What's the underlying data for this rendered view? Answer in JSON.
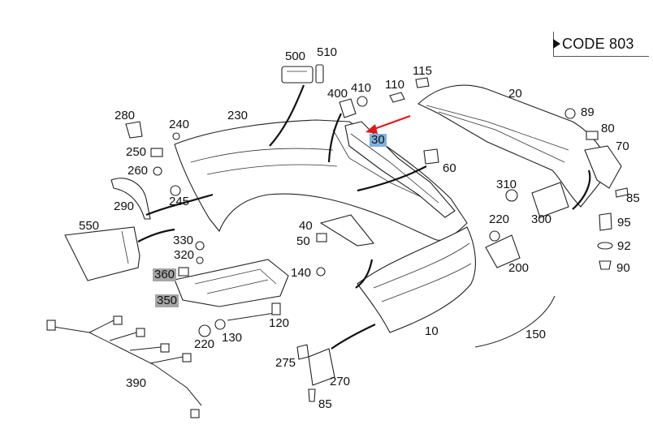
{
  "code": {
    "label": "CODE 803"
  },
  "labels": {
    "l500": "500",
    "l510": "510",
    "l115": "115",
    "l410": "410",
    "l400": "400",
    "l110": "110",
    "l20": "20",
    "l280": "280",
    "l240": "240",
    "l230": "230",
    "l89": "89",
    "l80": "80",
    "l70": "70",
    "l30": "30",
    "l250": "250",
    "l260": "260",
    "l60": "60",
    "l310": "310",
    "l245": "245",
    "l85a": "85",
    "l290": "290",
    "l95": "95",
    "l300": "300",
    "l220a": "220",
    "l550": "550",
    "l40": "40",
    "l92": "92",
    "l330": "330",
    "l50": "50",
    "l90": "90",
    "l320": "320",
    "l200": "200",
    "l140": "140",
    "l360": "360",
    "l350": "350",
    "l120": "120",
    "l220b": "220",
    "l130": "130",
    "l10": "10",
    "l150": "150",
    "l275": "275",
    "l390": "390",
    "l270": "270",
    "l85b": "85"
  },
  "highlight_colors": {
    "gray": "#a6a6a6",
    "blue": "#7fb3dd",
    "pointer": "#e01818"
  }
}
